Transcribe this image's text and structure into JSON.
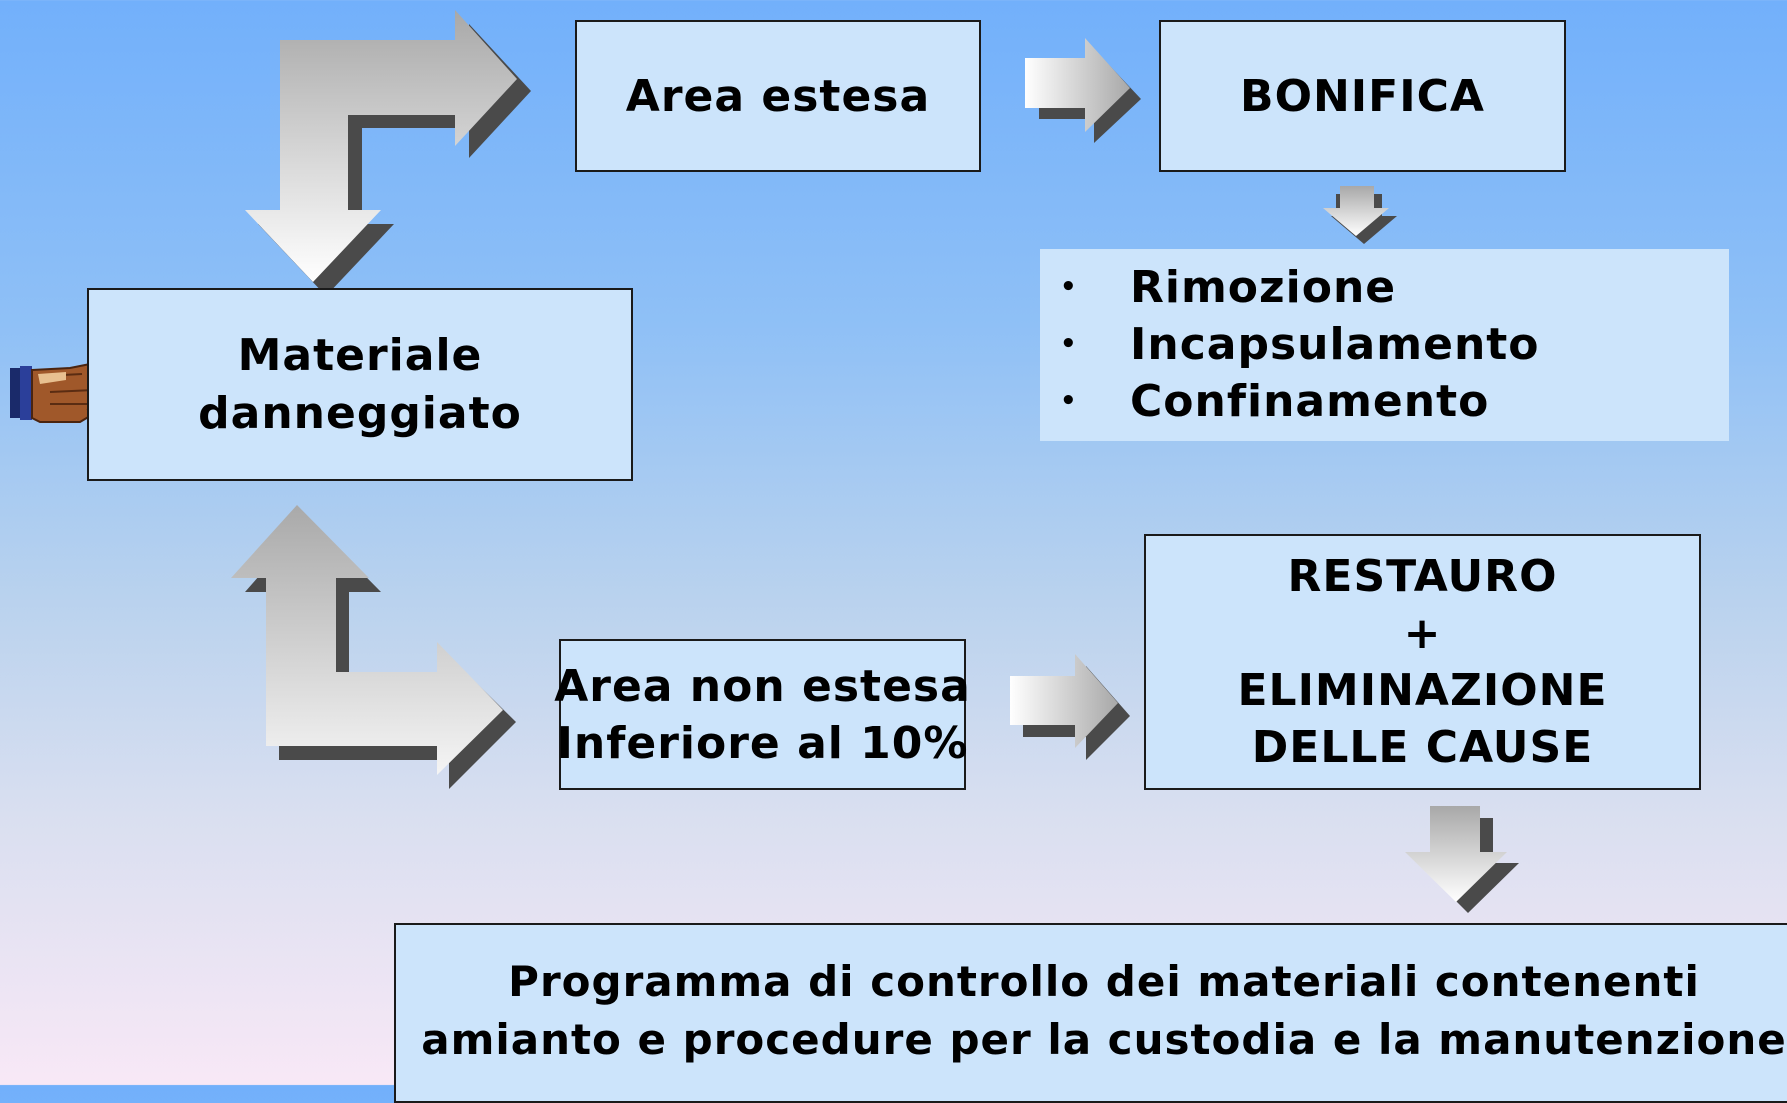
{
  "boxes": {
    "area_estesa": "Area estesa",
    "bonifica": "BONIFICA",
    "methods": [
      "Rimozione",
      "Incapsulamento",
      "Confinamento"
    ],
    "bullet": "•",
    "materiale": [
      "Materiale",
      "danneggiato"
    ],
    "area_non_estesa": [
      "Area non estesa",
      "Inferiore al 10%"
    ],
    "restauro": [
      "RESTAURO",
      "+",
      "ELIMINAZIONE",
      "DELLE CAUSE"
    ],
    "programma": [
      "Programma di controllo dei materiali contenenti",
      "amianto e procedure  per la custodia e la manutenzione"
    ]
  },
  "icons": {
    "pointer": "pointing-hand-icon"
  },
  "colors": {
    "box_fill": "#cce4fb",
    "box_border": "#1a1a1a",
    "arrow_dark": "#a8a8a8",
    "arrow_light": "#ffffff",
    "arrow_shadow": "#4a4a4a"
  }
}
